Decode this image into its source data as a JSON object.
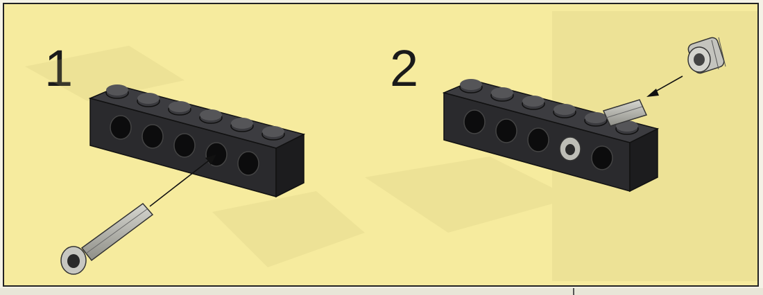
{
  "steps": [
    {
      "number": "1"
    },
    {
      "number": "2"
    }
  ],
  "colors": {
    "panel_background": "#f6eb9e",
    "brick": "#2b2b2e",
    "brick_top": "#3a3a3e",
    "pin": "#b9b9b4",
    "border": "#222222"
  },
  "icons": [
    "technic-brick",
    "axle-pin",
    "bushing",
    "arrow"
  ]
}
